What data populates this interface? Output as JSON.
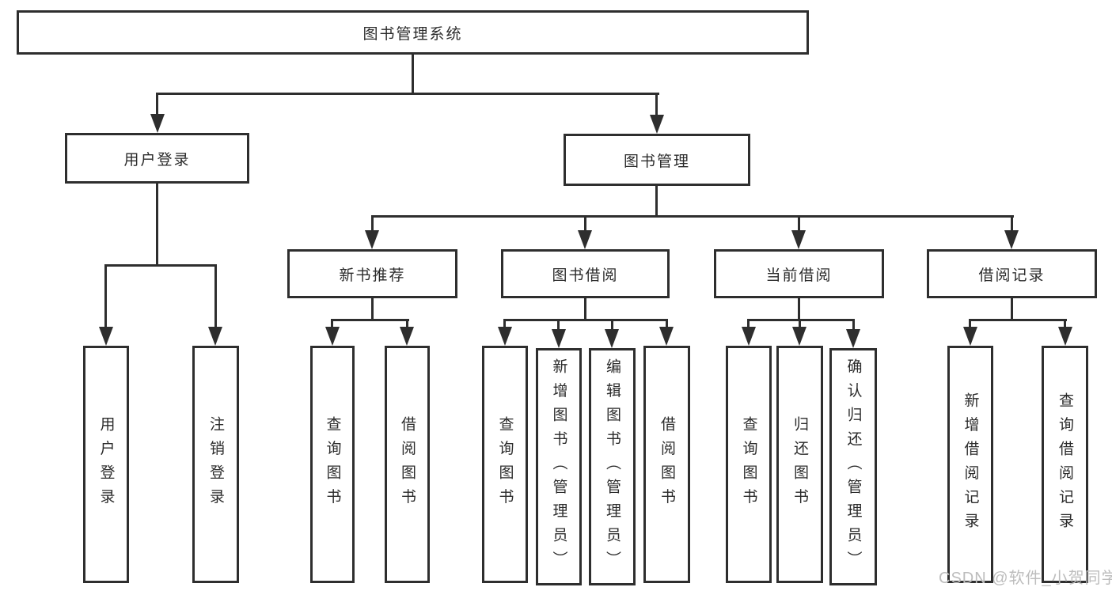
{
  "diagram": {
    "root": {
      "label": "图书管理系统"
    },
    "login": {
      "label": "用户登录",
      "children": [
        {
          "label": "用户登录"
        },
        {
          "label": "注销登录"
        }
      ]
    },
    "management": {
      "label": "图书管理",
      "children": [
        {
          "label": "新书推荐",
          "children": [
            {
              "label": "查询图书"
            },
            {
              "label": "借阅图书"
            }
          ]
        },
        {
          "label": "图书借阅",
          "children": [
            {
              "label": "查询图书"
            },
            {
              "label": "新增图书（管理员）"
            },
            {
              "label": "编辑图书（管理员）"
            },
            {
              "label": "借阅图书"
            }
          ]
        },
        {
          "label": "当前借阅",
          "children": [
            {
              "label": "查询图书"
            },
            {
              "label": "归还图书"
            },
            {
              "label": "确认归还（管理员）"
            }
          ]
        },
        {
          "label": "借阅记录",
          "children": [
            {
              "label": "新增借阅记录"
            },
            {
              "label": "查询借阅记录"
            }
          ]
        }
      ]
    }
  },
  "watermark": {
    "text": "CSDN @软件_小贺同学"
  },
  "colors": {
    "line": "#2e2e2e",
    "text": "#2b2b2b",
    "watermark": "#bdbdbd",
    "background": "#ffffff"
  }
}
